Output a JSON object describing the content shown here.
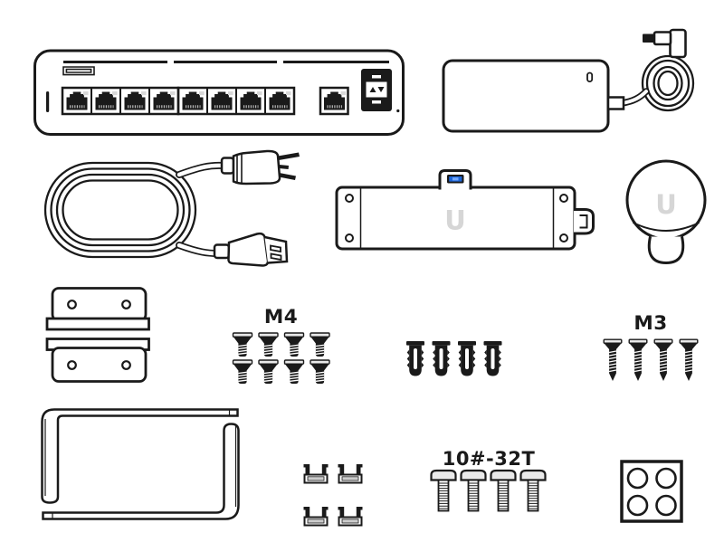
{
  "illustration": {
    "title_labels": {
      "m4": "M4",
      "m3": "M3",
      "machine_screw": "10#-32T"
    },
    "logo_letter": "U"
  },
  "colors": {
    "line": "#1a1a1a",
    "accent_blue": "#1d66d8",
    "accent_blue_light": "#74a9ff",
    "logo_gray": "#d6d6d6",
    "clip_gray": "#cccccc",
    "screw_head_gray": "#e9e9e9",
    "led_gray": "#d8d8d8"
  },
  "items": [
    {
      "name": "gateway-switch-front",
      "rj45_ports": 9,
      "sfp_modules": 1
    },
    {
      "name": "power-adapter-with-dc-plug",
      "count": 1
    },
    {
      "name": "ac-power-cord",
      "count": 1
    },
    {
      "name": "wall-mount-plate-with-port",
      "screw_holes": 4
    },
    {
      "name": "round-silicone-cover",
      "count": 1
    },
    {
      "name": "small-mounting-brackets",
      "count": 2
    },
    {
      "name": "m4-flat-head-screws",
      "count": 8,
      "label": "M4"
    },
    {
      "name": "wall-anchors",
      "count": 4
    },
    {
      "name": "m3-self-tapping-screws",
      "count": 4,
      "label": "M3"
    },
    {
      "name": "rack-mount-l-brackets",
      "count": 2
    },
    {
      "name": "cable-clips",
      "count": 4
    },
    {
      "name": "machine-screws-10-32",
      "count": 4,
      "label": "10#-32T"
    },
    {
      "name": "rubber-feet-sheet",
      "count": 4
    }
  ]
}
